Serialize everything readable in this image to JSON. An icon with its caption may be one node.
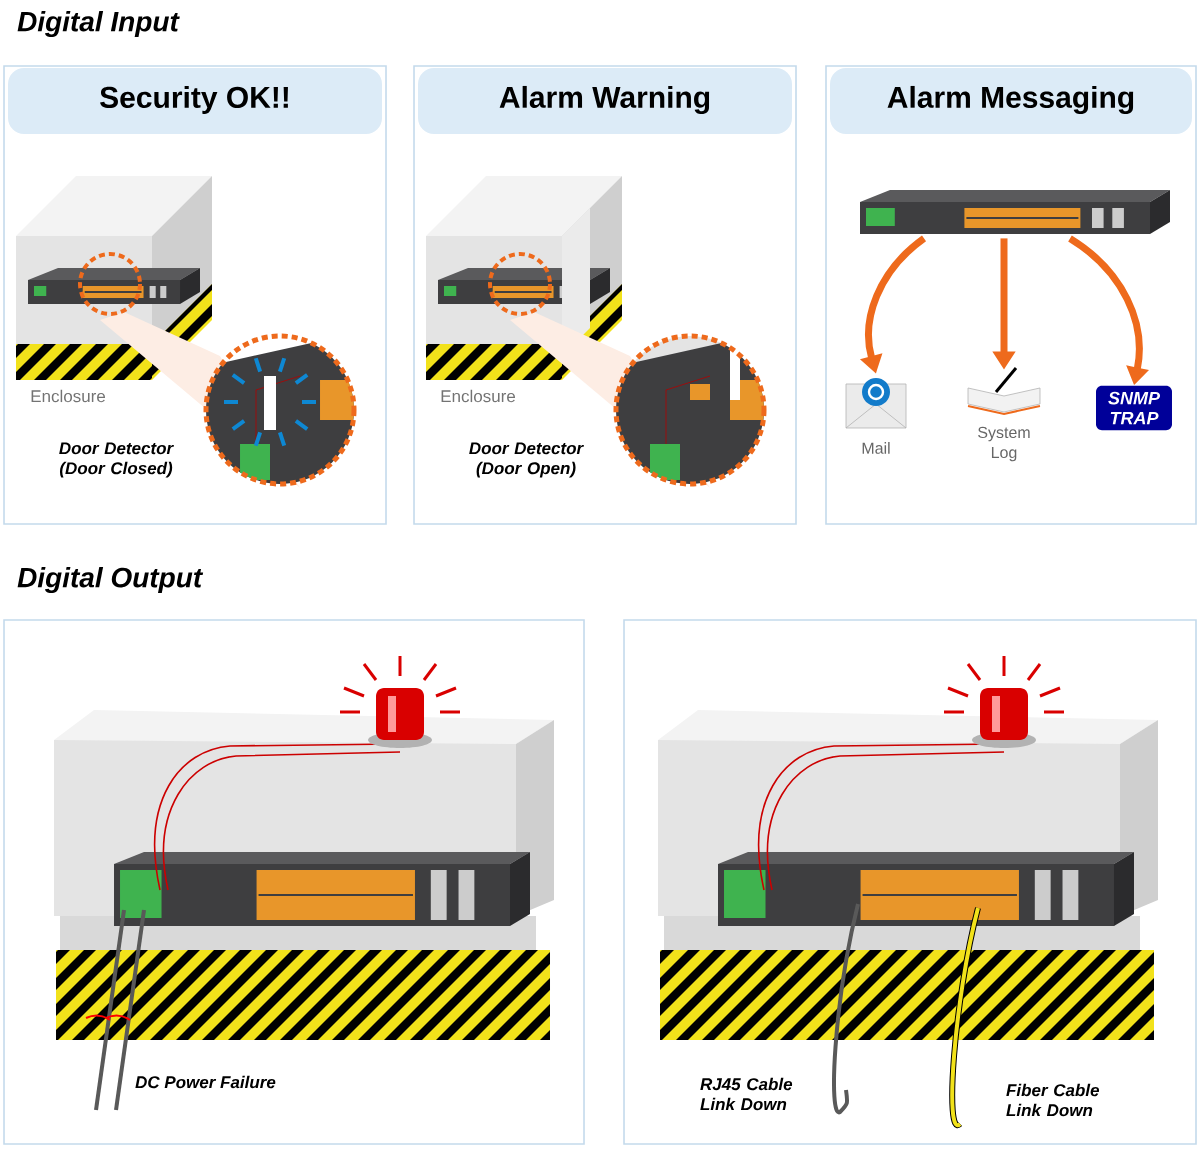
{
  "diagram": {
    "nodes": [
      {
        "text": [
          "Security OK!!",
          "Enclosure",
          "Door Detector (Door Closed)"
        ]
      },
      {
        "text": [
          "Alarm Warning",
          "Enclosure",
          "Door Detector (Door Open)"
        ]
      },
      {
        "text": [
          "Alarm Messaging"
        ]
      },
      {
        "text": [],
        "shape": "picture",
        "in": 2
      },
      {
        "text": [
          "Mail"
        ],
        "in": 2
      },
      {
        "text": [
          "System Log"
        ],
        "in": 2
      },
      {
        "text": [
          "SNMP TRAP"
        ],
        "in": 2
      },
      {
        "text": [
          "DC Power Failure"
        ]
      },
      {
        "text": [
          "RJ45 Cable Link Down",
          "Fiber Cable Link Down"
        ]
      }
    ],
    "edges": [
      {
        "from": 3,
        "to": 4,
        "arrow": "to"
      },
      {
        "from": 3,
        "to": 5,
        "arrow": "to"
      },
      {
        "from": 3,
        "to": 6,
        "arrow": "to"
      }
    ],
    "labels": [
      "Digital Input",
      "Digital Output"
    ]
  }
}
